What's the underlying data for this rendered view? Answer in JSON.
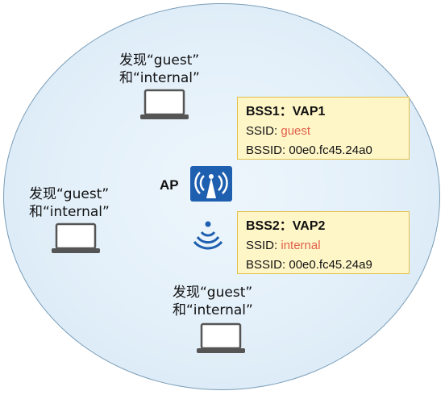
{
  "clients": [
    {
      "line1": "发现“guest”",
      "line2": "和“internal”"
    },
    {
      "line1": "发现“guest”",
      "line2": "和“internal”"
    },
    {
      "line1": "发现“guest”",
      "line2": "和“internal”"
    }
  ],
  "ap": {
    "label": "AP"
  },
  "bss": [
    {
      "title": "BSS1：VAP1",
      "ssid_label": "SSID:",
      "ssid_value": "guest",
      "bssid_label": "BSSID:",
      "bssid_value": "00e0.fc45.24a0"
    },
    {
      "title": "BSS2：VAP2",
      "ssid_label": "SSID:",
      "ssid_value": "internal",
      "bssid_label": "BSSID:",
      "bssid_value": "00e0.fc45.24a9"
    }
  ],
  "colors": {
    "coverage_border": "#7a9db8",
    "box_fill": "#fff6c8",
    "box_border": "#e2c04a",
    "ssid_highlight": "#e0604a",
    "ap_blue": "#1f5fb0"
  },
  "icons": [
    "laptop-icon",
    "wifi-ap-icon",
    "wifi-signal-icon"
  ]
}
